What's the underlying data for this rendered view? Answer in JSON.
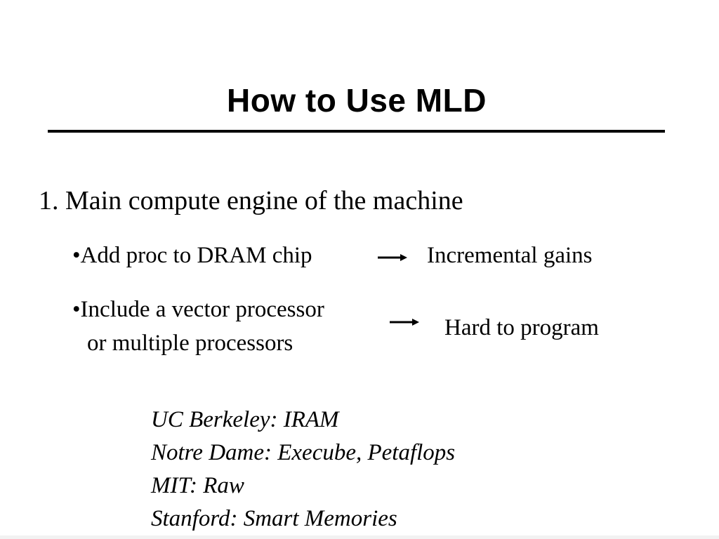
{
  "slide": {
    "title": "How to Use MLD",
    "heading": "1. Main compute engine of the machine",
    "bullets": [
      {
        "lines": [
          "•Add proc to DRAM chip"
        ],
        "result": "Incremental gains"
      },
      {
        "lines": [
          "•Include a vector processor",
          "or multiple processors"
        ],
        "result": "Hard to program"
      }
    ],
    "examples": [
      "UC Berkeley: IRAM",
      "Notre Dame: Execube, Petaflops",
      "MIT: Raw",
      "Stanford: Smart Memories"
    ]
  },
  "icons": {
    "arrow": "right-arrow-icon"
  },
  "colors": {
    "text": "#000000",
    "background": "#ffffff"
  }
}
